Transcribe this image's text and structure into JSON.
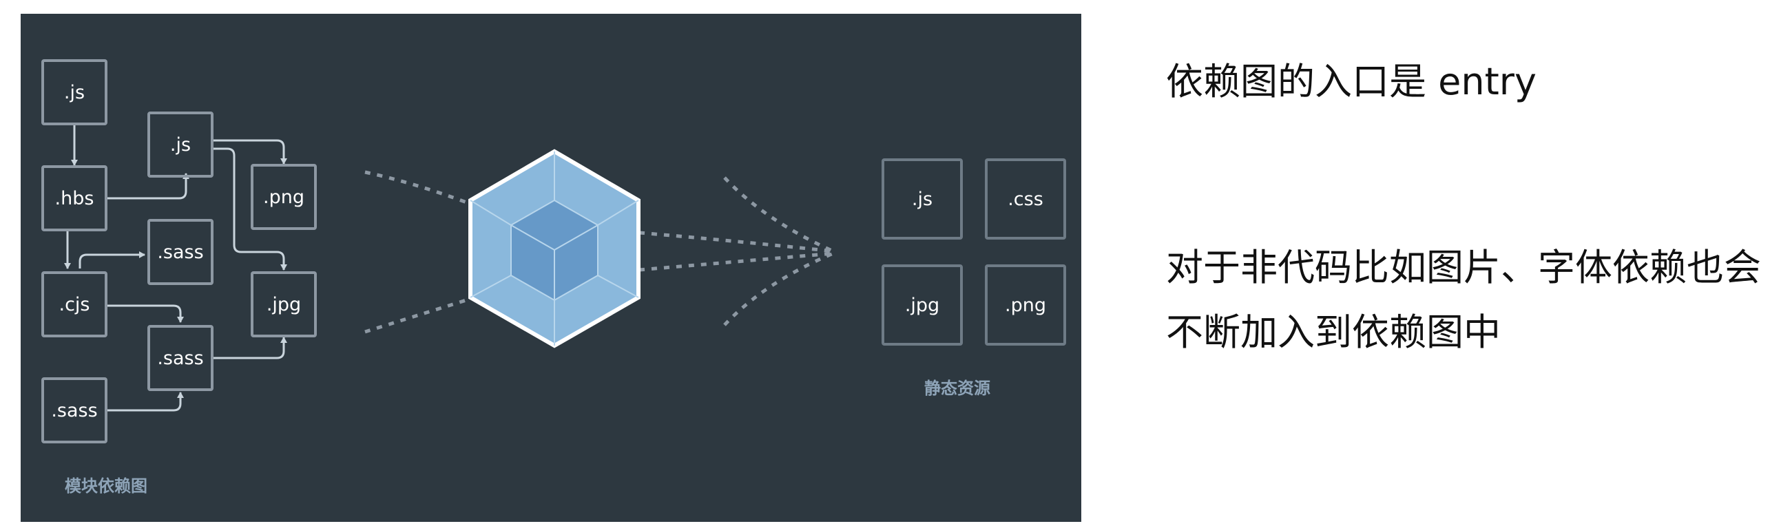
{
  "module_graph": {
    "caption": "模块依赖图",
    "nodes": [
      ".js",
      ".hbs",
      ".js",
      ".png",
      ".sass",
      ".cjs",
      ".jpg",
      ".sass",
      ".sass"
    ]
  },
  "assets": {
    "caption": "静态资源",
    "nodes": [
      ".js",
      ".css",
      ".jpg",
      ".png"
    ]
  },
  "notes": {
    "entry": "依赖图的入口是 entry",
    "line1": "对于非代码比如图片、字体依赖也会",
    "line2": "不断加入到依赖图中"
  },
  "colors": {
    "panel_bg": "#2d3840",
    "box_border": "#8d98a3",
    "cube_front": "#6699c8",
    "cube_body": "#8ab8dc",
    "caption": "#8ea4b8"
  }
}
